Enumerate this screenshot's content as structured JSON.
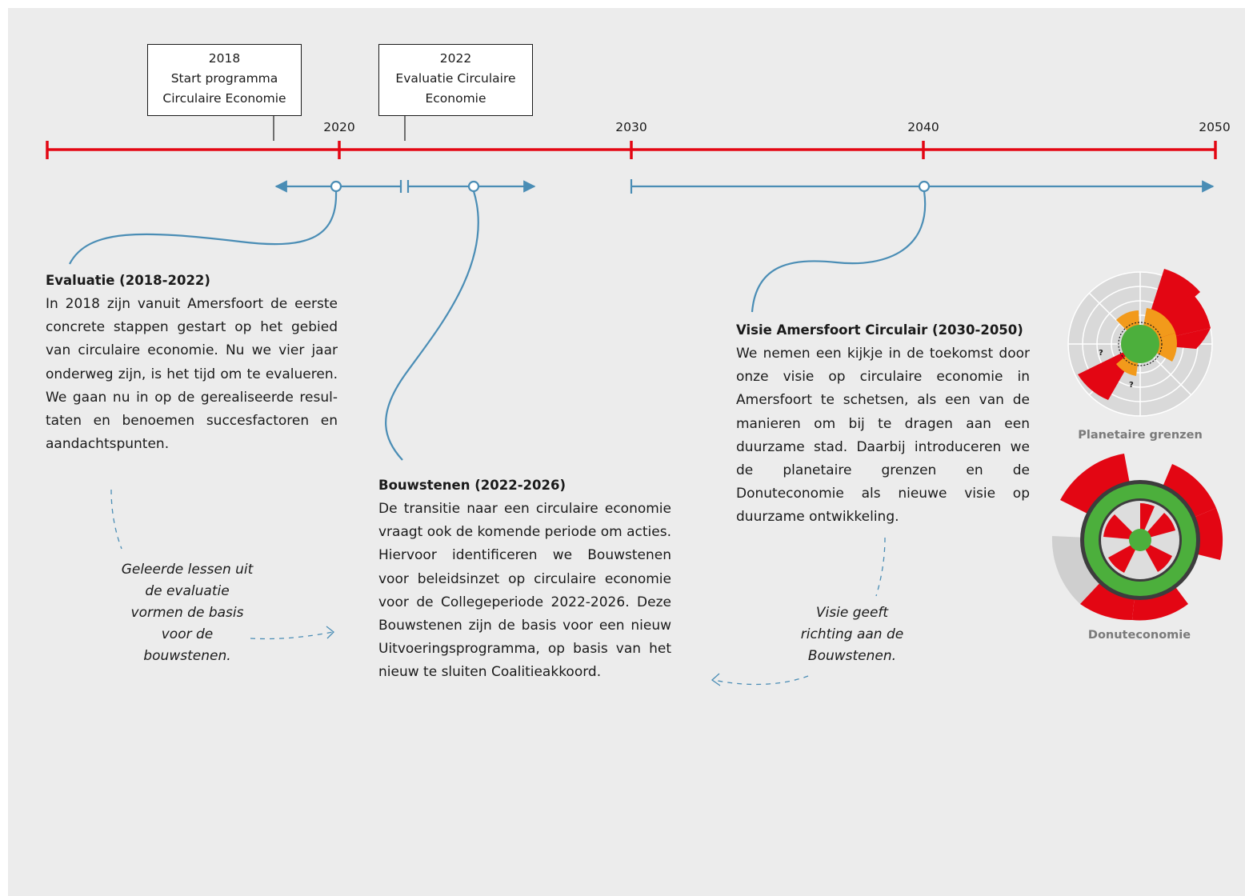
{
  "colors": {
    "timeline_red": "#e30613",
    "arrow_blue": "#4a8db5",
    "green": "#4caf3c",
    "orange": "#f29a1b",
    "grey": "#d6d6d6"
  },
  "milestones": [
    {
      "year": "2018",
      "lines": [
        "Start programma",
        "Circulaire Economie"
      ]
    },
    {
      "year": "2022",
      "lines": [
        "Evaluatie Circulaire",
        "Economie"
      ]
    }
  ],
  "timeline": {
    "years": [
      "2020",
      "2030",
      "2040",
      "2050"
    ]
  },
  "evaluatie": {
    "title": "Evaluatie (2018-2022)",
    "text": "In 2018 zijn vanuit Amersfoort de eerste concrete stappen gestart op het gebied van circulaire economie. Nu we vier jaar onderweg zijn, is het tijd om te evalueren. We gaan nu in op de gerealiseerde resul­taten en benoemen succesfactoren en aandachtspunten."
  },
  "bouwstenen": {
    "title": "Bouwstenen (2022-2026)",
    "text": "De transitie naar een circulaire economie vraagt ook de komende periode om acties. Hiervoor identificeren we Bouwstenen voor beleidsinzet op circulaire economie voor de Collegeperiode 2022-2026. Deze Bouwstenen zijn de basis voor een nieuw Uitvoeringsprogramma, op basis van het nieuw te sluiten Coalitieakkoord."
  },
  "visie": {
    "title": "Visie Amersfoort Circulair (2030-2050)",
    "text": "We nemen een kijkje in de toekomst door onze visie op circulaire economie in Amers­foort te schetsen, als een van de manie­ren om bij te dragen aan een duurzame stad. Daarbij introduceren we de planetai­re grenzen en de Donuteconomie als nieu­we visie op duurzame ontwikkeling."
  },
  "notes": {
    "lessen": [
      "Geleerde lessen uit",
      "de evaluatie",
      "vormen de basis",
      "voor de",
      "bouwstenen."
    ],
    "visie": [
      "Visie geeft",
      "richting aan de",
      "Bouwstenen."
    ]
  },
  "figures": {
    "planetaire_caption": "Planetaire grenzen",
    "donut_caption": "Donuteconomie",
    "planetaire_marks": [
      "?",
      "?"
    ]
  }
}
